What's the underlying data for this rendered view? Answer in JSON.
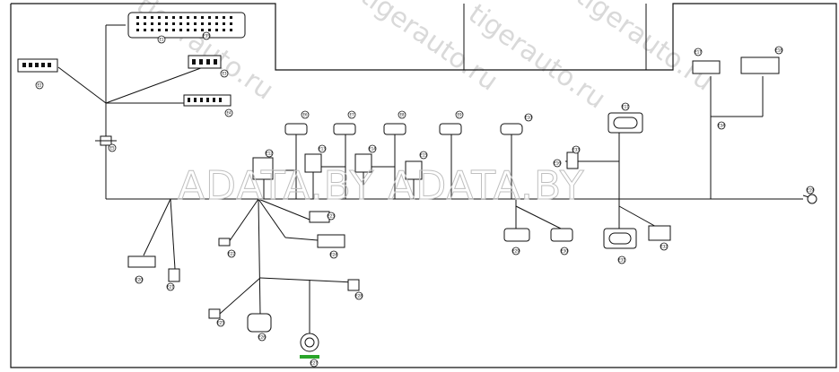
{
  "watermark": {
    "main": "ADATA.BY ADATA.BY",
    "diag_1": "tigerauto.ru",
    "diag_2": "tigerauto.ru",
    "diag_3": "tigerauto.ru",
    "diag_4": "tigerauto.ru"
  },
  "connector_callouts": [
    "E1",
    "E2",
    "E3",
    "E4",
    "E5",
    "E6",
    "E7",
    "E8",
    "E9",
    "E10",
    "E11",
    "E12",
    "E13",
    "E14",
    "E15",
    "E16",
    "E17",
    "E18",
    "E19",
    "E20",
    "E21",
    "E22",
    "E23",
    "E24",
    "E25",
    "E26",
    "E27",
    "E28",
    "E29",
    "E30",
    "E31",
    "E32",
    "E33",
    "E34",
    "E35"
  ],
  "colors": {
    "line": "#111111",
    "background": "#ffffff",
    "watermark_outline": "#bfbfbf",
    "watermark_fill": "#d9d9d9",
    "highlight_label": "#2aa52a"
  }
}
